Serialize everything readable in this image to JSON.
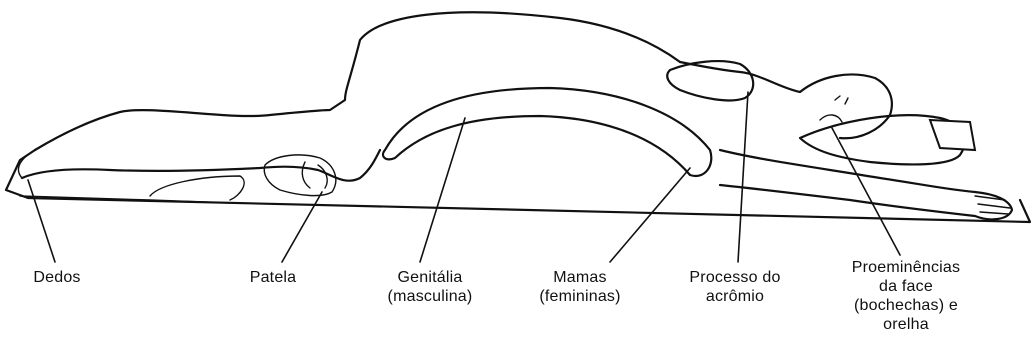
{
  "labels": {
    "dedos": "Dedos",
    "patela": "Patela",
    "genitalia": "Genitália\n(masculina)",
    "mamas": "Mamas\n(femininas)",
    "processo": "Processo do\nacrômio",
    "proeminencias": "Proeminências\nda face\n(bochechas) e\norelha"
  }
}
